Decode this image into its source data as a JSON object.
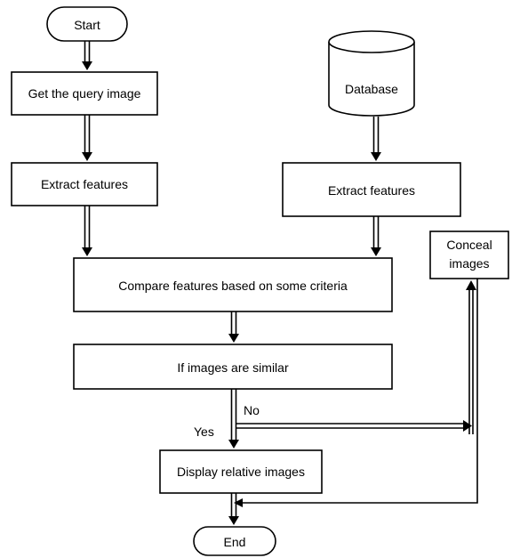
{
  "flowchart": {
    "start": "Start",
    "get_query_image": "Get the query image",
    "extract_features_left": "Extract features",
    "database": "Database",
    "extract_features_right": "Extract features",
    "conceal_images_line1": "Conceal",
    "conceal_images_line2": "images",
    "compare_features": "Compare features based on some criteria",
    "if_images_similar": "If images are similar",
    "no_label": "No",
    "yes_label": "Yes",
    "display_relative_images": "Display relative images",
    "end": "End"
  }
}
